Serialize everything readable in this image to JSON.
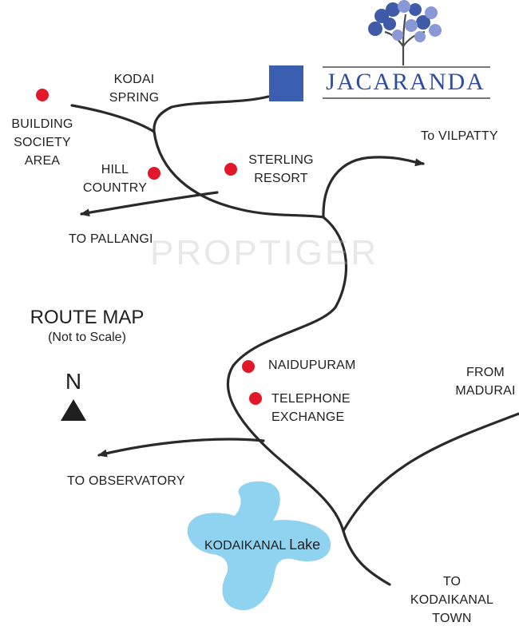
{
  "map": {
    "title": "ROUTE MAP",
    "subtitle": "(Not to Scale)",
    "north_label": "N",
    "brand": "JACARANDA",
    "watermark": "PROPTIGER",
    "colors": {
      "road": "#2a2a2a",
      "marker": "#e3172a",
      "lake": "#8fd3f1",
      "brand": "#2f4d9c",
      "site_square": "#3a5fb0"
    },
    "labels": {
      "kodai_spring": "KODAI\nSPRING",
      "building_society": "BUILDING\nSOCIETY\nAREA",
      "hill_country": "HILL\nCOUNTRY",
      "sterling_resort": "STERLING\nRESORT",
      "to_vilpatty": "To VILPATTY",
      "to_pallangi": "TO PALLANGI",
      "naidupuram": "NAIDUPURAM",
      "telephone_exchange": "TELEPHONE\nEXCHANGE",
      "from_madurai": "FROM\nMADURAI",
      "to_observatory": "TO OBSERVATORY",
      "lake_name": "KODAIKANAL",
      "lake_word": "Lake",
      "to_kodaikanal_town": "TO\nKODAIKANAL\nTOWN"
    }
  }
}
